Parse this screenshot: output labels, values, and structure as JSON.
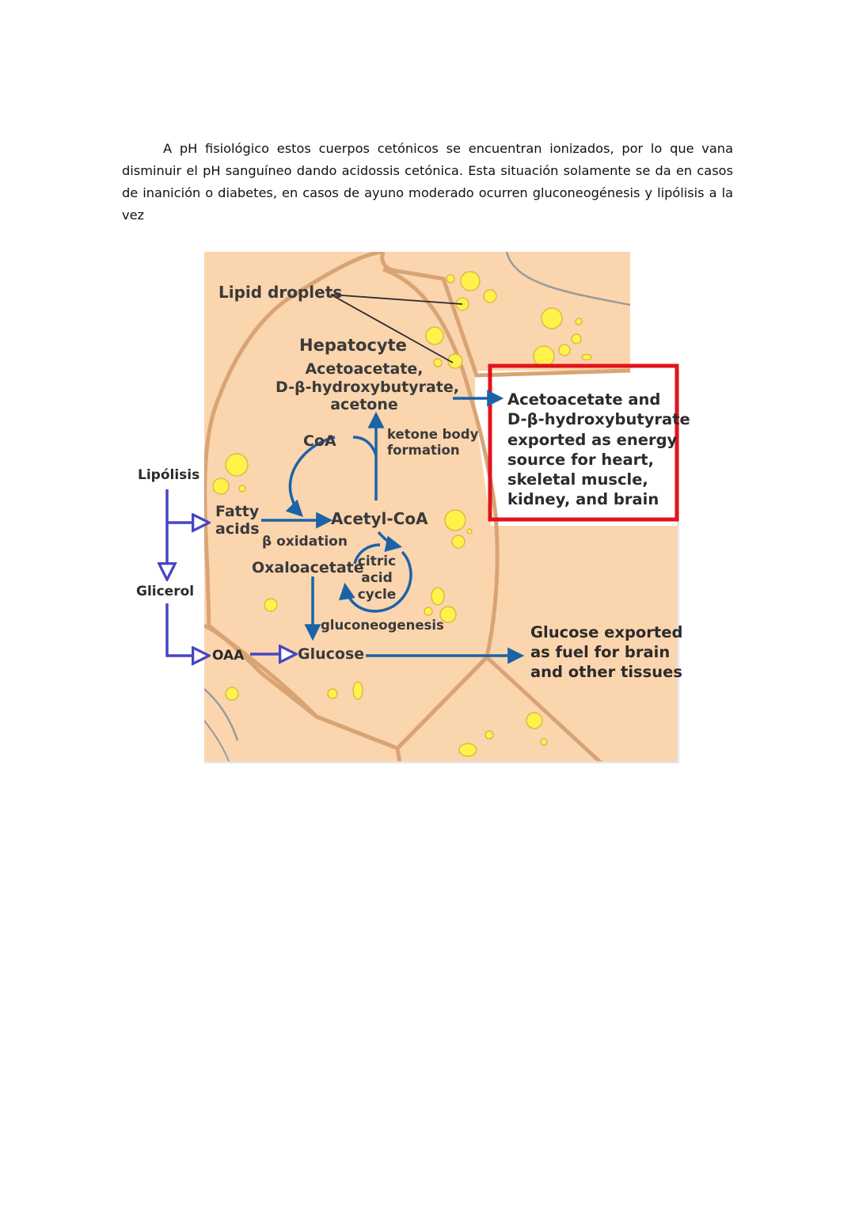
{
  "paragraph": "A pH fisiológico estos cuerpos cetónicos se encuentran ionizados, por lo que vana disminuir el pH sanguíneo dando acidossis cetónica. Esta situación solamente se da en casos de inanición o diabetes, en casos de ayuno moderado ocurren gluconeogénesis y lipólisis a la vez",
  "diagram": {
    "lipid_droplets": "Lipid droplets",
    "hepatocyte": "Hepatocyte",
    "ketones_line1": "Acetoacetate,",
    "ketones_line2": "D-β-hydroxybutyrate,",
    "ketones_line3": "acetone",
    "ketone_formation_line1": "ketone body",
    "ketone_formation_line2": "formation",
    "coa": "CoA",
    "fatty_line1": "Fatty",
    "fatty_line2": "acids",
    "acetyl_coa": "Acetyl-CoA",
    "beta_oxidation": "β oxidation",
    "oxaloacetate": "Oxaloacetate",
    "citric_line1": "citric",
    "citric_line2": "acid",
    "citric_line3": "cycle",
    "gluconeogenesis": "gluconeogenesis",
    "glucose": "Glucose",
    "oaa": "OAA",
    "lipolisis": "Lipólisis",
    "glicerol": "Glicerol",
    "export_line1": "Acetoacetate and",
    "export_line2": "D-β-hydroxybutyrate",
    "export_line3": "exported as energy",
    "export_line4": "source for heart,",
    "export_line5": "skeletal muscle,",
    "export_line6": "kidney, and brain",
    "glucose_export_line1": "Glucose exported",
    "glucose_export_line2": "as fuel for brain",
    "glucose_export_line3": "and other tissues"
  },
  "colors": {
    "cell_fill": "#fbd5ae",
    "cell_border": "#d9a474",
    "droplet": "#fff24a",
    "pathway_arrow": "#1b63a6",
    "added_arrow": "#4646c4",
    "highlight_box": "#e0141c"
  }
}
